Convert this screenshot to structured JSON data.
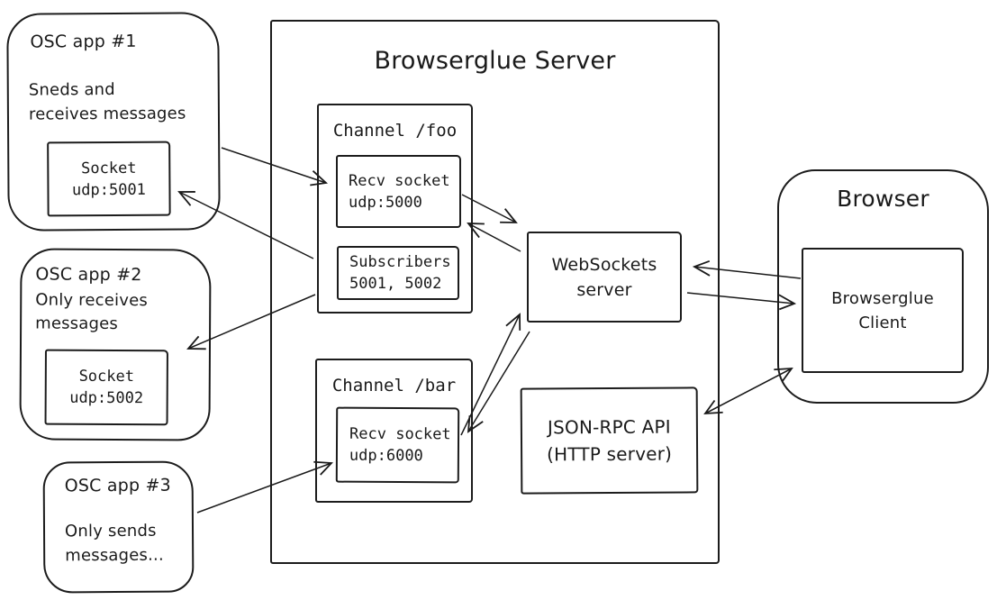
{
  "diagram": {
    "server": {
      "title": "Browserglue Server",
      "channels": [
        {
          "title": "Channel /foo",
          "recv_socket": "Recv socket\nudp:5000",
          "subscribers": "Subscribers\n5001, 5002"
        },
        {
          "title": "Channel /bar",
          "recv_socket": "Recv socket\nudp:6000"
        }
      ],
      "websockets": "WebSockets\nserver",
      "json_rpc": "JSON-RPC API\n(HTTP server)"
    },
    "osc_apps": [
      {
        "name": "OSC app #1",
        "description": "Sneds and\nreceives messages",
        "socket": "Socket\nudp:5001"
      },
      {
        "name": "OSC app #2",
        "description": "Only receives\nmessages",
        "socket": "Socket\nudp:5002"
      },
      {
        "name": "OSC app #3",
        "description": "Only sends\nmessages..."
      }
    ],
    "browser": {
      "title": "Browser",
      "client": "Browserglue\nClient"
    }
  }
}
